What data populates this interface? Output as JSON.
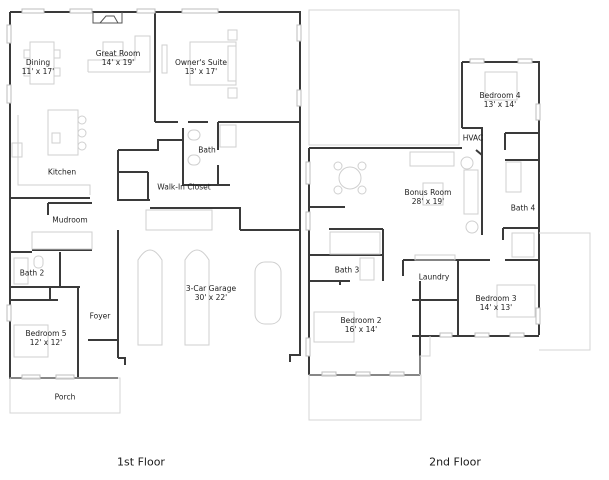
{
  "floors": [
    {
      "title": "1st Floor",
      "rooms": [
        {
          "name": "Dining",
          "dims": "11' x 17'"
        },
        {
          "name": "Great Room",
          "dims": "14' x 19'"
        },
        {
          "name": "Owner's Suite",
          "dims": "13' x 17'"
        },
        {
          "name": "Kitchen",
          "dims": ""
        },
        {
          "name": "Bath",
          "dims": ""
        },
        {
          "name": "Walk-In Closet",
          "dims": ""
        },
        {
          "name": "Mudroom",
          "dims": ""
        },
        {
          "name": "Bath 2",
          "dims": ""
        },
        {
          "name": "3-Car Garage",
          "dims": "30' x 22'"
        },
        {
          "name": "Foyer",
          "dims": ""
        },
        {
          "name": "Bedroom 5",
          "dims": "12' x 12'"
        },
        {
          "name": "Porch",
          "dims": ""
        }
      ]
    },
    {
      "title": "2nd  Floor",
      "rooms": [
        {
          "name": "Bedroom 4",
          "dims": "13' x 14'"
        },
        {
          "name": "HVAC",
          "dims": ""
        },
        {
          "name": "Bonus Room",
          "dims": "28' x 19'"
        },
        {
          "name": "Bath 4",
          "dims": ""
        },
        {
          "name": "Bath 3",
          "dims": ""
        },
        {
          "name": "Laundry",
          "dims": ""
        },
        {
          "name": "Bedroom 2",
          "dims": "16' x 14'"
        },
        {
          "name": "Bedroom 3",
          "dims": "14' x 13'"
        }
      ]
    }
  ],
  "colors": {
    "wall": "#3a3a3a",
    "furniture": "#cfcfcf",
    "outline": "#d4d4d4"
  }
}
